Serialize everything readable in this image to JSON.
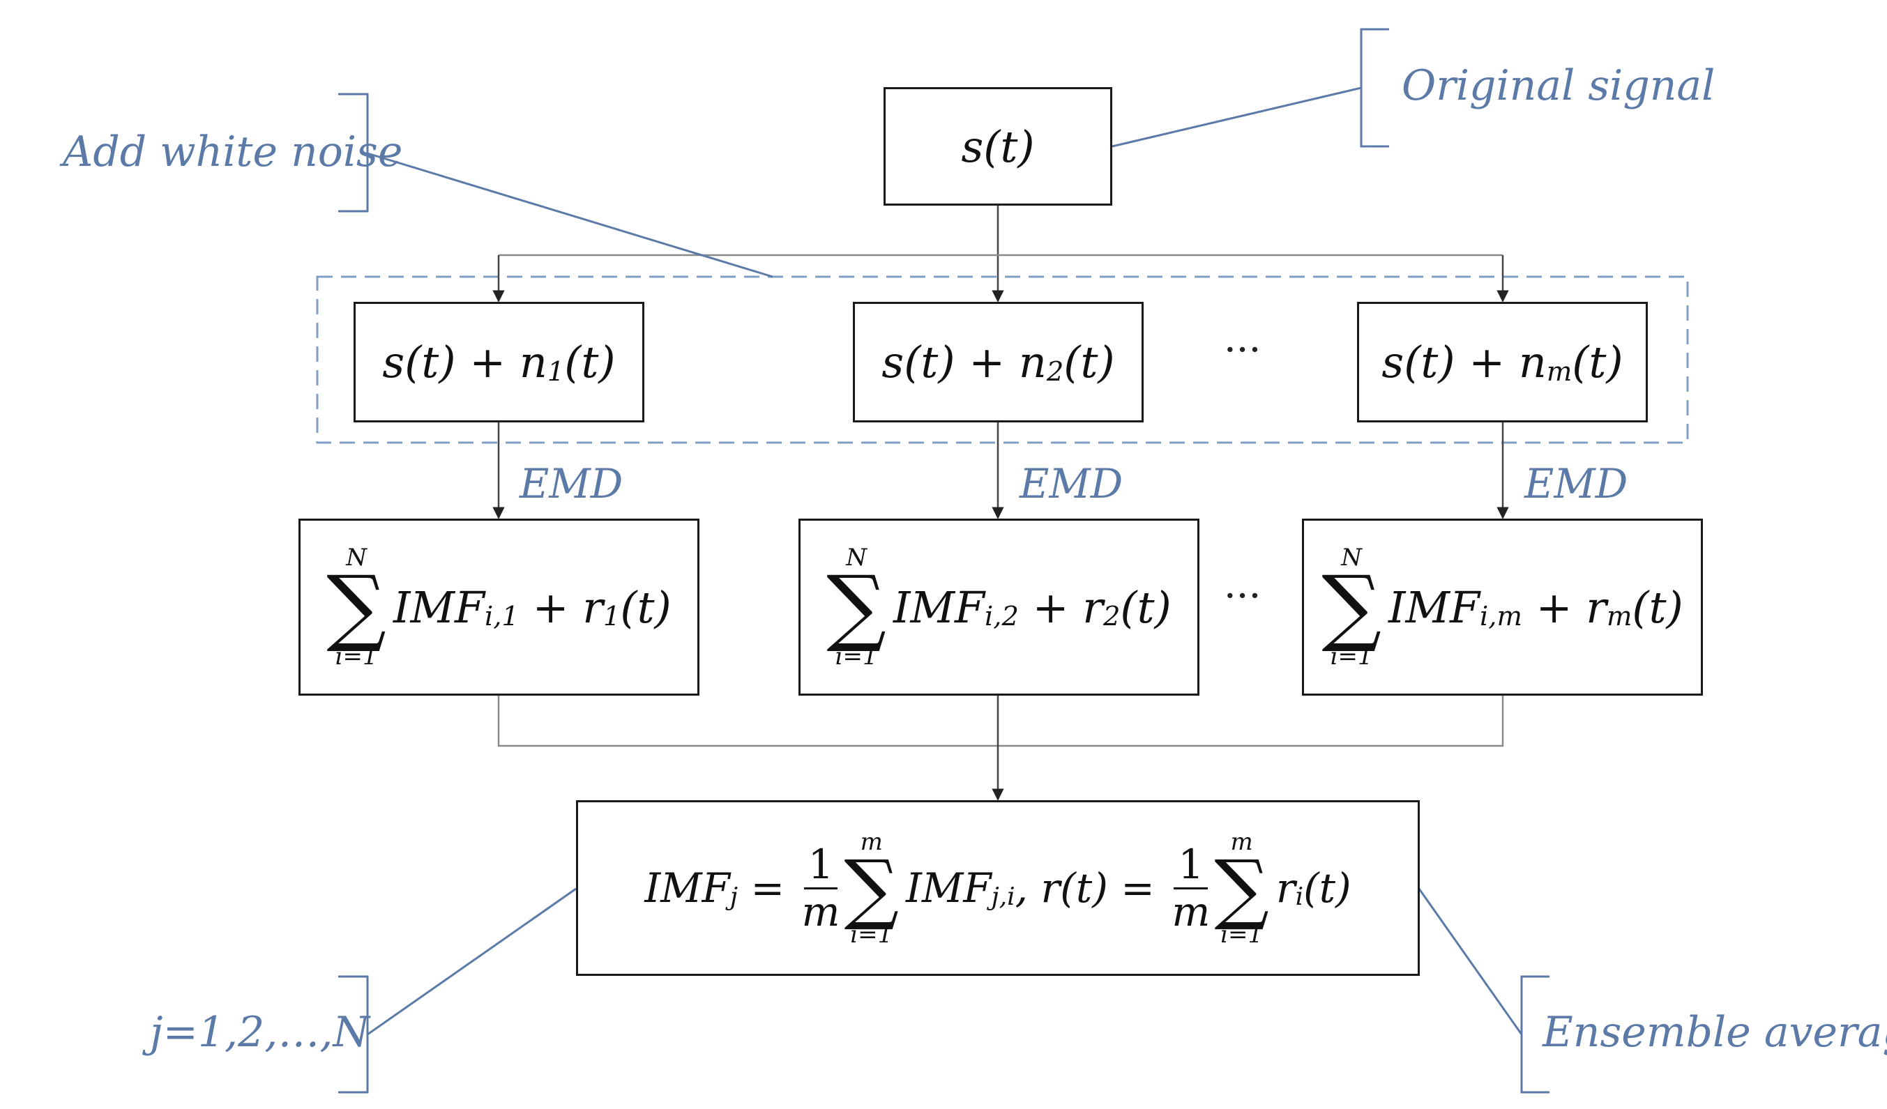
{
  "nodes": {
    "original": "s(t)",
    "noisy": [
      {
        "s": "s(t) + n",
        "sub": "1",
        "tail": "(t)"
      },
      {
        "s": "s(t) + n",
        "sub": "2",
        "tail": "(t)"
      },
      {
        "s": "s(t) + n",
        "sub": "m",
        "tail": "(t)"
      }
    ],
    "decomp": [
      {
        "upper": "N",
        "lower": "i=1",
        "imf": "IMF",
        "imf_sub": "i,1",
        "plus": " + r",
        "r_sub": "1",
        "tail": "(t)"
      },
      {
        "upper": "N",
        "lower": "i=1",
        "imf": "IMF",
        "imf_sub": "i,2",
        "plus": " + r",
        "r_sub": "2",
        "tail": "(t)"
      },
      {
        "upper": "N",
        "lower": "i=1",
        "imf": "IMF",
        "imf_sub": "i,m",
        "plus": " + r",
        "r_sub": "m",
        "tail": "(t)"
      }
    ],
    "result": {
      "lhs": "IMF",
      "lhs_sub": "j",
      "eq": " = ",
      "frac_num": "1",
      "frac_den": "m",
      "upper": "m",
      "lower": "i=1",
      "term1": "IMF",
      "term1_sub": "j,i",
      "sep": ", r(t) = ",
      "term2": "r",
      "term2_sub": "i",
      "term2_tail": "(t)"
    }
  },
  "edge_labels": [
    "EMD",
    "EMD",
    "EMD"
  ],
  "ellipsis": "···",
  "annotations": {
    "original_signal": "Original signal",
    "add_white_noise": "Add white noise",
    "ensemble_average": "Ensemble average",
    "j_range": "j=1,2,…,N"
  },
  "colors": {
    "annotation": "#5b7aa8",
    "box_border": "#1a1a1a",
    "connector": "#7a7a7a",
    "dashed_group": "#7f9fc4"
  }
}
